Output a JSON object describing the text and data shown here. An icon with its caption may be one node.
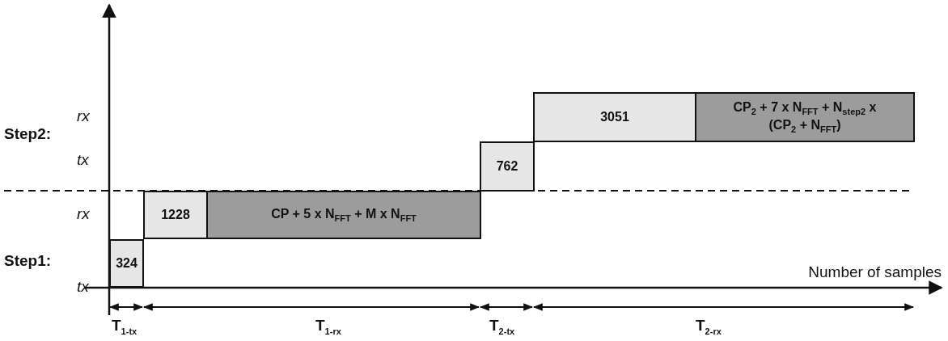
{
  "diagram": {
    "nodes": [
      {
        "text": [
          "324"
        ]
      },
      {
        "text": [
          "1228"
        ]
      },
      {
        "text": [
          "CP + 5 x N$_{FFT}$ + M x N$_{FFT}$"
        ]
      },
      {
        "text": [
          "762"
        ]
      },
      {
        "text": [
          "3051"
        ]
      },
      {
        "text": [
          "CP$_{2}$ + 7 x N$_{FFT}$ + N$_{step2}$ x (CP$_{2}$ + N$_{FFT}$)"
        ]
      }
    ],
    "edges": [],
    "labels": [
      "rx",
      "Step2:",
      "tx",
      "rx",
      "Step1:",
      "tx",
      "Number of samples",
      "T$_{1-tx}$",
      "T$_{1-rx}$",
      "T$_{2-tx}$",
      "T$_{2-rx}$"
    ]
  }
}
